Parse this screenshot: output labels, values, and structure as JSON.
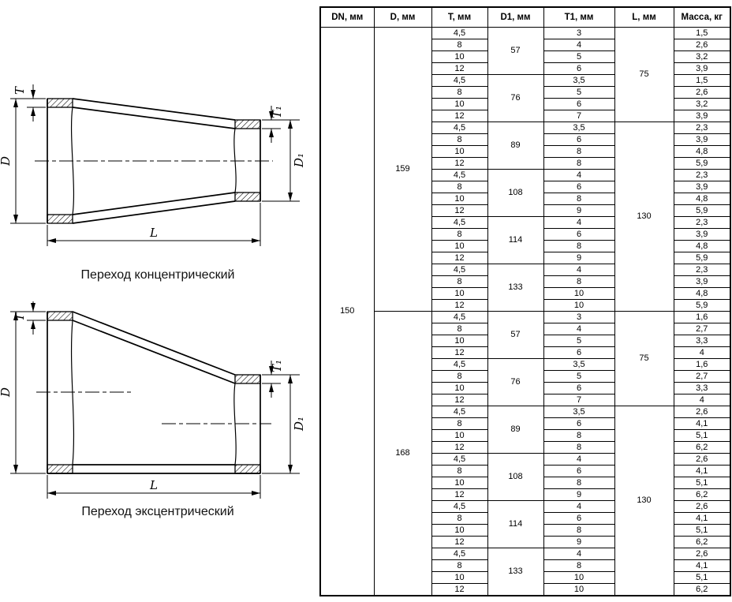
{
  "figures": [
    {
      "caption": "Переход концентрический",
      "dims": {
        "T": "T",
        "T1": "T₁",
        "D": "D",
        "D1": "D₁",
        "L": "L"
      }
    },
    {
      "caption": "Переход эксцентрический",
      "dims": {
        "T": "T",
        "T1": "T₁",
        "D": "D",
        "D1": "D₁",
        "L": "L"
      }
    }
  ],
  "table": {
    "headers": [
      "DN, мм",
      "D, мм",
      "T, мм",
      "D1, мм",
      "T1, мм",
      "L, мм",
      "Масса, кг"
    ],
    "rows": [
      [
        {
          "t": "150",
          "rs": 48
        },
        {
          "t": "159",
          "rs": 24
        },
        "4,5",
        {
          "t": "57",
          "rs": 4
        },
        "3",
        {
          "t": "75",
          "rs": 8
        },
        "1,5"
      ],
      [
        "8",
        "4",
        "2,6"
      ],
      [
        "10",
        "5",
        "3,2"
      ],
      [
        "12",
        "6",
        "3,9"
      ],
      [
        "4,5",
        {
          "t": "76",
          "rs": 4
        },
        "3,5",
        "1,5"
      ],
      [
        "8",
        "5",
        "2,6"
      ],
      [
        "10",
        "6",
        "3,2"
      ],
      [
        "12",
        "7",
        "3,9"
      ],
      [
        "4,5",
        {
          "t": "89",
          "rs": 4
        },
        "3,5",
        {
          "t": "130",
          "rs": 16
        },
        "2,3"
      ],
      [
        "8",
        "6",
        "3,9"
      ],
      [
        "10",
        "8",
        "4,8"
      ],
      [
        "12",
        "8",
        "5,9"
      ],
      [
        "4,5",
        {
          "t": "108",
          "rs": 4
        },
        "4",
        "2,3"
      ],
      [
        "8",
        "6",
        "3,9"
      ],
      [
        "10",
        "8",
        "4,8"
      ],
      [
        "12",
        "9",
        "5,9"
      ],
      [
        "4,5",
        {
          "t": "114",
          "rs": 4
        },
        "4",
        "2,3"
      ],
      [
        "8",
        "6",
        "3,9"
      ],
      [
        "10",
        "8",
        "4,8"
      ],
      [
        "12",
        "9",
        "5,9"
      ],
      [
        "4,5",
        {
          "t": "133",
          "rs": 4
        },
        "4",
        "2,3"
      ],
      [
        "8",
        "8",
        "3,9"
      ],
      [
        "10",
        "10",
        "4,8"
      ],
      [
        "12",
        "10",
        "5,9"
      ],
      [
        {
          "t": "168",
          "rs": 24
        },
        "4,5",
        {
          "t": "57",
          "rs": 4
        },
        "3",
        {
          "t": "75",
          "rs": 8
        },
        "1,6"
      ],
      [
        "8",
        "4",
        "2,7"
      ],
      [
        "10",
        "5",
        "3,3"
      ],
      [
        "12",
        "6",
        "4"
      ],
      [
        "4,5",
        {
          "t": "76",
          "rs": 4
        },
        "3,5",
        "1,6"
      ],
      [
        "8",
        "5",
        "2,7"
      ],
      [
        "10",
        "6",
        "3,3"
      ],
      [
        "12",
        "7",
        "4"
      ],
      [
        "4,5",
        {
          "t": "89",
          "rs": 4
        },
        "3,5",
        {
          "t": "130",
          "rs": 16
        },
        "2,6"
      ],
      [
        "8",
        "6",
        "4,1"
      ],
      [
        "10",
        "8",
        "5,1"
      ],
      [
        "12",
        "8",
        "6,2"
      ],
      [
        "4,5",
        {
          "t": "108",
          "rs": 4
        },
        "4",
        "2,6"
      ],
      [
        "8",
        "6",
        "4,1"
      ],
      [
        "10",
        "8",
        "5,1"
      ],
      [
        "12",
        "9",
        "6,2"
      ],
      [
        "4,5",
        {
          "t": "114",
          "rs": 4
        },
        "4",
        "2,6"
      ],
      [
        "8",
        "6",
        "4,1"
      ],
      [
        "10",
        "8",
        "5,1"
      ],
      [
        "12",
        "9",
        "6,2"
      ],
      [
        "4,5",
        {
          "t": "133",
          "rs": 4
        },
        "4",
        "2,6"
      ],
      [
        "8",
        "8",
        "4,1"
      ],
      [
        "10",
        "10",
        "5,1"
      ],
      [
        "12",
        "10",
        "6,2"
      ]
    ]
  }
}
